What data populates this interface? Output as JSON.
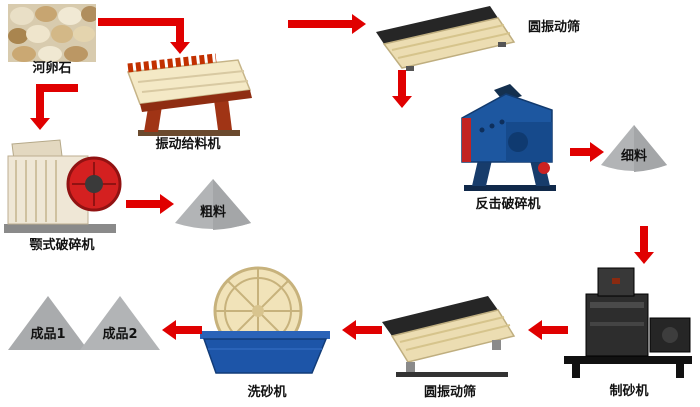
{
  "colors": {
    "background": "#ffffff",
    "arrow": "#e00000",
    "cone_fill": "#b2b4b6",
    "triangle_fill": "#a9abad",
    "label_color": "#111111"
  },
  "nodes": {
    "pebbles": {
      "label": "河卵石"
    },
    "vibrating_feeder": {
      "label": "振动给料机"
    },
    "jaw_crusher": {
      "label": "颚式破碎机"
    },
    "coarse_material": {
      "label": "粗料"
    },
    "circular_screen_top": {
      "label": "圆振动筛"
    },
    "impact_crusher": {
      "label": "反击破碎机"
    },
    "fine_material": {
      "label": "细料"
    },
    "sand_maker": {
      "label": "制砂机"
    },
    "circular_screen_bottom": {
      "label": "圆振动筛"
    },
    "sand_washer": {
      "label": "洗砂机"
    },
    "product_1": {
      "label": "成品1"
    },
    "product_2": {
      "label": "成品2"
    }
  }
}
